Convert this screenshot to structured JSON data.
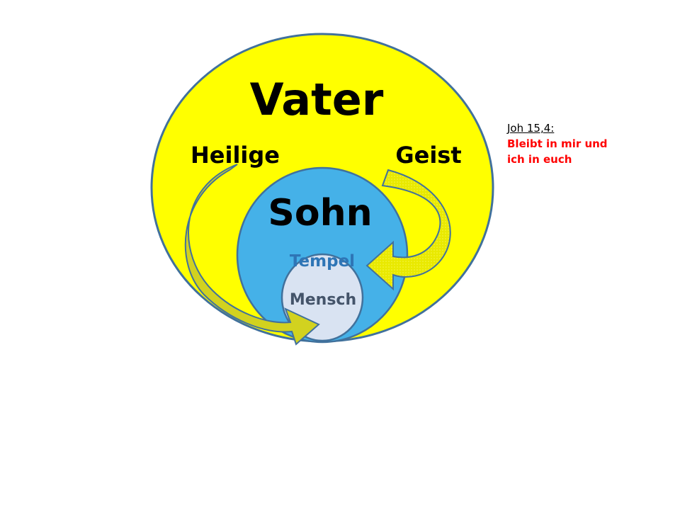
{
  "labels": {
    "outer": "Vater",
    "left_arrow": "Heilige",
    "right_arrow": "Geist",
    "middle": "Sohn",
    "inner_top": "Tempel",
    "inner": "Mensch"
  },
  "verse": {
    "reference": "Joh 15,4:",
    "line1": "Bleibt in mir und",
    "line2": "ich in euch"
  },
  "colors": {
    "outer_fill": "#FFFF00",
    "middle_fill": "#45B1E8",
    "inner_fill": "#D9E3F2",
    "outline": "#41719C",
    "arrow_left": "#D2D21F",
    "arrow_right": "#E6E600",
    "verse_text": "#FF0000",
    "text_dark": "#000000"
  }
}
